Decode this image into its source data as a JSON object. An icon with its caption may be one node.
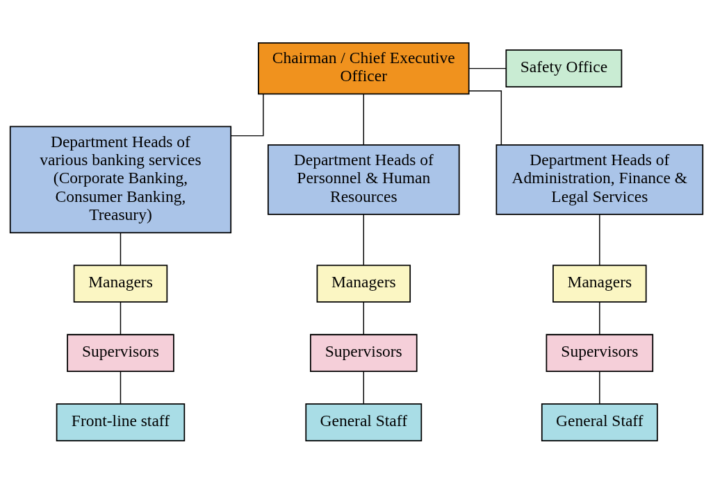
{
  "diagram": {
    "nodes": [
      {
        "text": [
          "Chairman / Chief Executive Officer"
        ]
      },
      {
        "text": [
          "Safety Office"
        ]
      },
      {
        "text": [
          "Department Heads of various banking services (Corporate Banking, Consumer Banking, Treasury)"
        ]
      },
      {
        "text": [
          "Department Heads of Personnel & Human Resources"
        ]
      },
      {
        "text": [
          "Department Heads of Administration, Finance & Legal Services"
        ]
      },
      {
        "text": [
          "Managers"
        ]
      },
      {
        "text": [
          "Supervisors"
        ]
      },
      {
        "text": [
          "Front-line staff"
        ]
      },
      {
        "text": [
          "Managers"
        ]
      },
      {
        "text": [
          "Supervisors"
        ]
      },
      {
        "text": [
          "General Staff"
        ]
      },
      {
        "text": [
          "Managers"
        ]
      },
      {
        "text": [
          "Supervisors"
        ]
      },
      {
        "text": [
          "General Staff"
        ]
      }
    ],
    "edges": [
      {
        "from": 0,
        "to": 1,
        "arrow": "none"
      },
      {
        "from": 0,
        "to": 2,
        "arrow": "none"
      },
      {
        "from": 0,
        "to": 3,
        "arrow": "none"
      },
      {
        "from": 0,
        "to": 4,
        "arrow": "none"
      },
      {
        "from": 2,
        "to": 5,
        "arrow": "none"
      },
      {
        "from": 5,
        "to": 6,
        "arrow": "none"
      },
      {
        "from": 6,
        "to": 7,
        "arrow": "none"
      },
      {
        "from": 3,
        "to": 8,
        "arrow": "none"
      },
      {
        "from": 8,
        "to": 9,
        "arrow": "none"
      },
      {
        "from": 9,
        "to": 10,
        "arrow": "none"
      },
      {
        "from": 4,
        "to": 11,
        "arrow": "none"
      },
      {
        "from": 11,
        "to": 12,
        "arrow": "none"
      },
      {
        "from": 12,
        "to": 13,
        "arrow": "none"
      }
    ]
  }
}
